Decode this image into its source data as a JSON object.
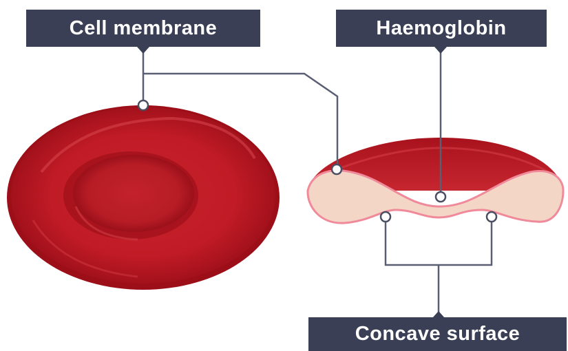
{
  "labels": {
    "cell_membrane": "Cell membrane",
    "haemoglobin": "Haemoglobin",
    "concave_surface": "Concave surface"
  },
  "colors": {
    "label_background": "#3b3f55",
    "label_text": "#ffffff",
    "cell_red": "#b8141f",
    "cell_dark_red": "#8e0f17",
    "cross_section_fill": "#f3d6c6",
    "cross_section_outline": "#f08a9a",
    "leader_line": "#5a5e73"
  }
}
